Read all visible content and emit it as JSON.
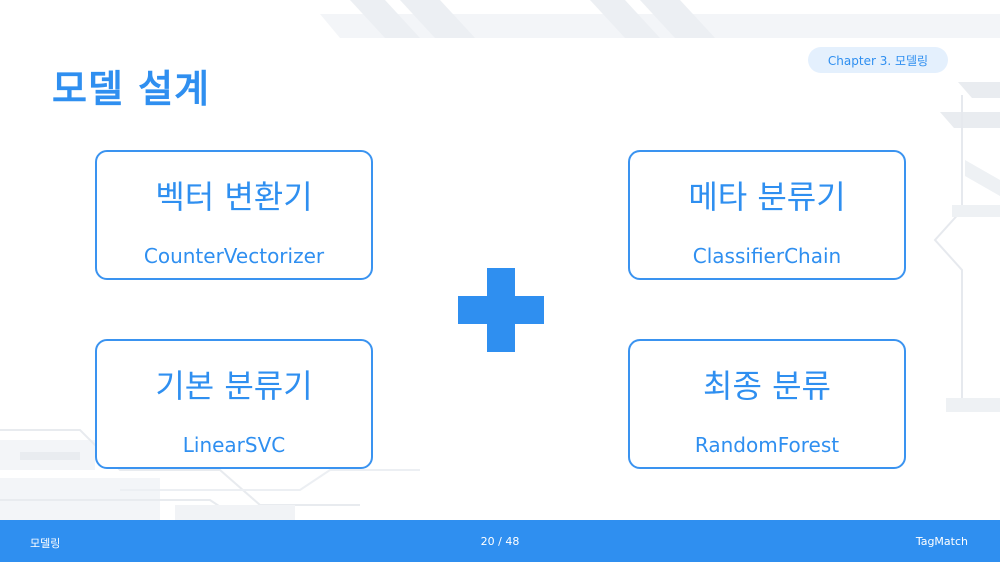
{
  "slide": {
    "title": "모델 설계",
    "chapter": "Chapter 3.  모델링"
  },
  "cards": {
    "vectorizer": {
      "title": "벡터 변환기",
      "subtitle": "CounterVectorizer"
    },
    "meta": {
      "title": "메타 분류기",
      "subtitle": "ClassifierChain"
    },
    "base": {
      "title": "기본 분류기",
      "subtitle": "LinearSVC"
    },
    "final": {
      "title": "최종 분류",
      "subtitle": "RandomForest"
    }
  },
  "footer": {
    "section": "모델링",
    "page": "20 / 48",
    "brand": "TagMatch"
  },
  "colors": {
    "accent": "#2f8ff0",
    "pill_bg": "#e4f0fd",
    "deco": "#f1f3f6"
  },
  "icons": {
    "center": "plus-icon"
  }
}
